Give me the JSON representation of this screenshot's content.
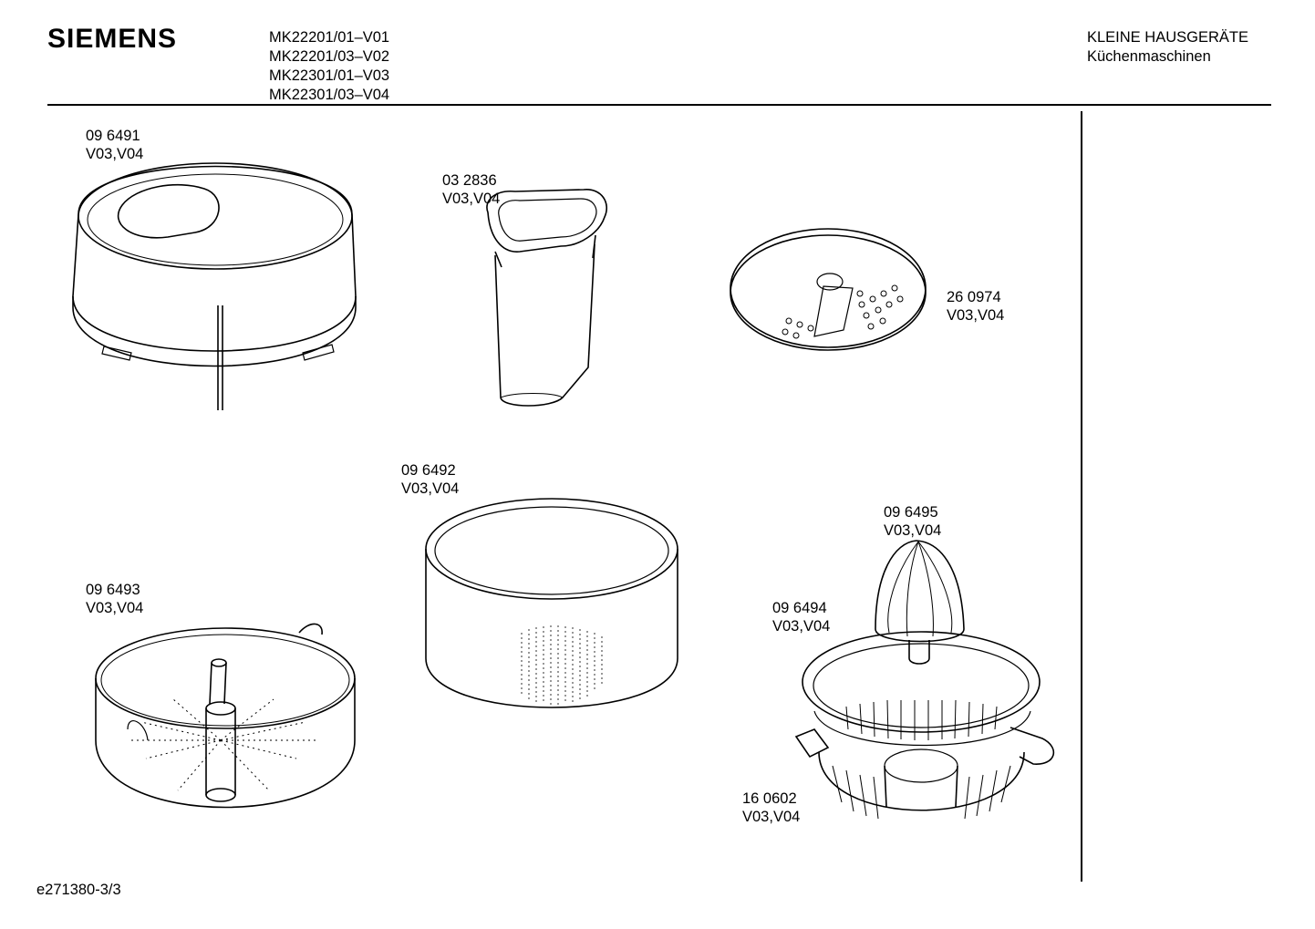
{
  "header": {
    "brand": "SIEMENS",
    "models": [
      "MK22201/01–V01",
      "MK22201/03–V02",
      "MK22301/01–V03",
      "MK22301/03–V04"
    ],
    "category": "KLEINE HAUSGERÄTE",
    "subcategory": "Küchenmaschinen"
  },
  "parts": [
    {
      "number": "09 6491",
      "variants": "V03,V04",
      "icon": "bowl-lid-icon"
    },
    {
      "number": "03 2836",
      "variants": "V03,V04",
      "icon": "pusher-icon"
    },
    {
      "number": "26 0974",
      "variants": "V03,V04",
      "icon": "grating-disc-icon"
    },
    {
      "number": "09 6492",
      "variants": "V03,V04",
      "icon": "ring-icon"
    },
    {
      "number": "09 6493",
      "variants": "V03,V04",
      "icon": "sieve-basket-icon"
    },
    {
      "number": "09 6495",
      "variants": "V03,V04",
      "icon": "juicer-cone-icon"
    },
    {
      "number": "09 6494",
      "variants": "V03,V04",
      "icon": "juicer-sieve-icon"
    },
    {
      "number": "16 0602",
      "variants": "V03,V04",
      "icon": "juicer-bowl-icon"
    }
  ],
  "footer": {
    "drawing_id": "e271380-3/3"
  }
}
